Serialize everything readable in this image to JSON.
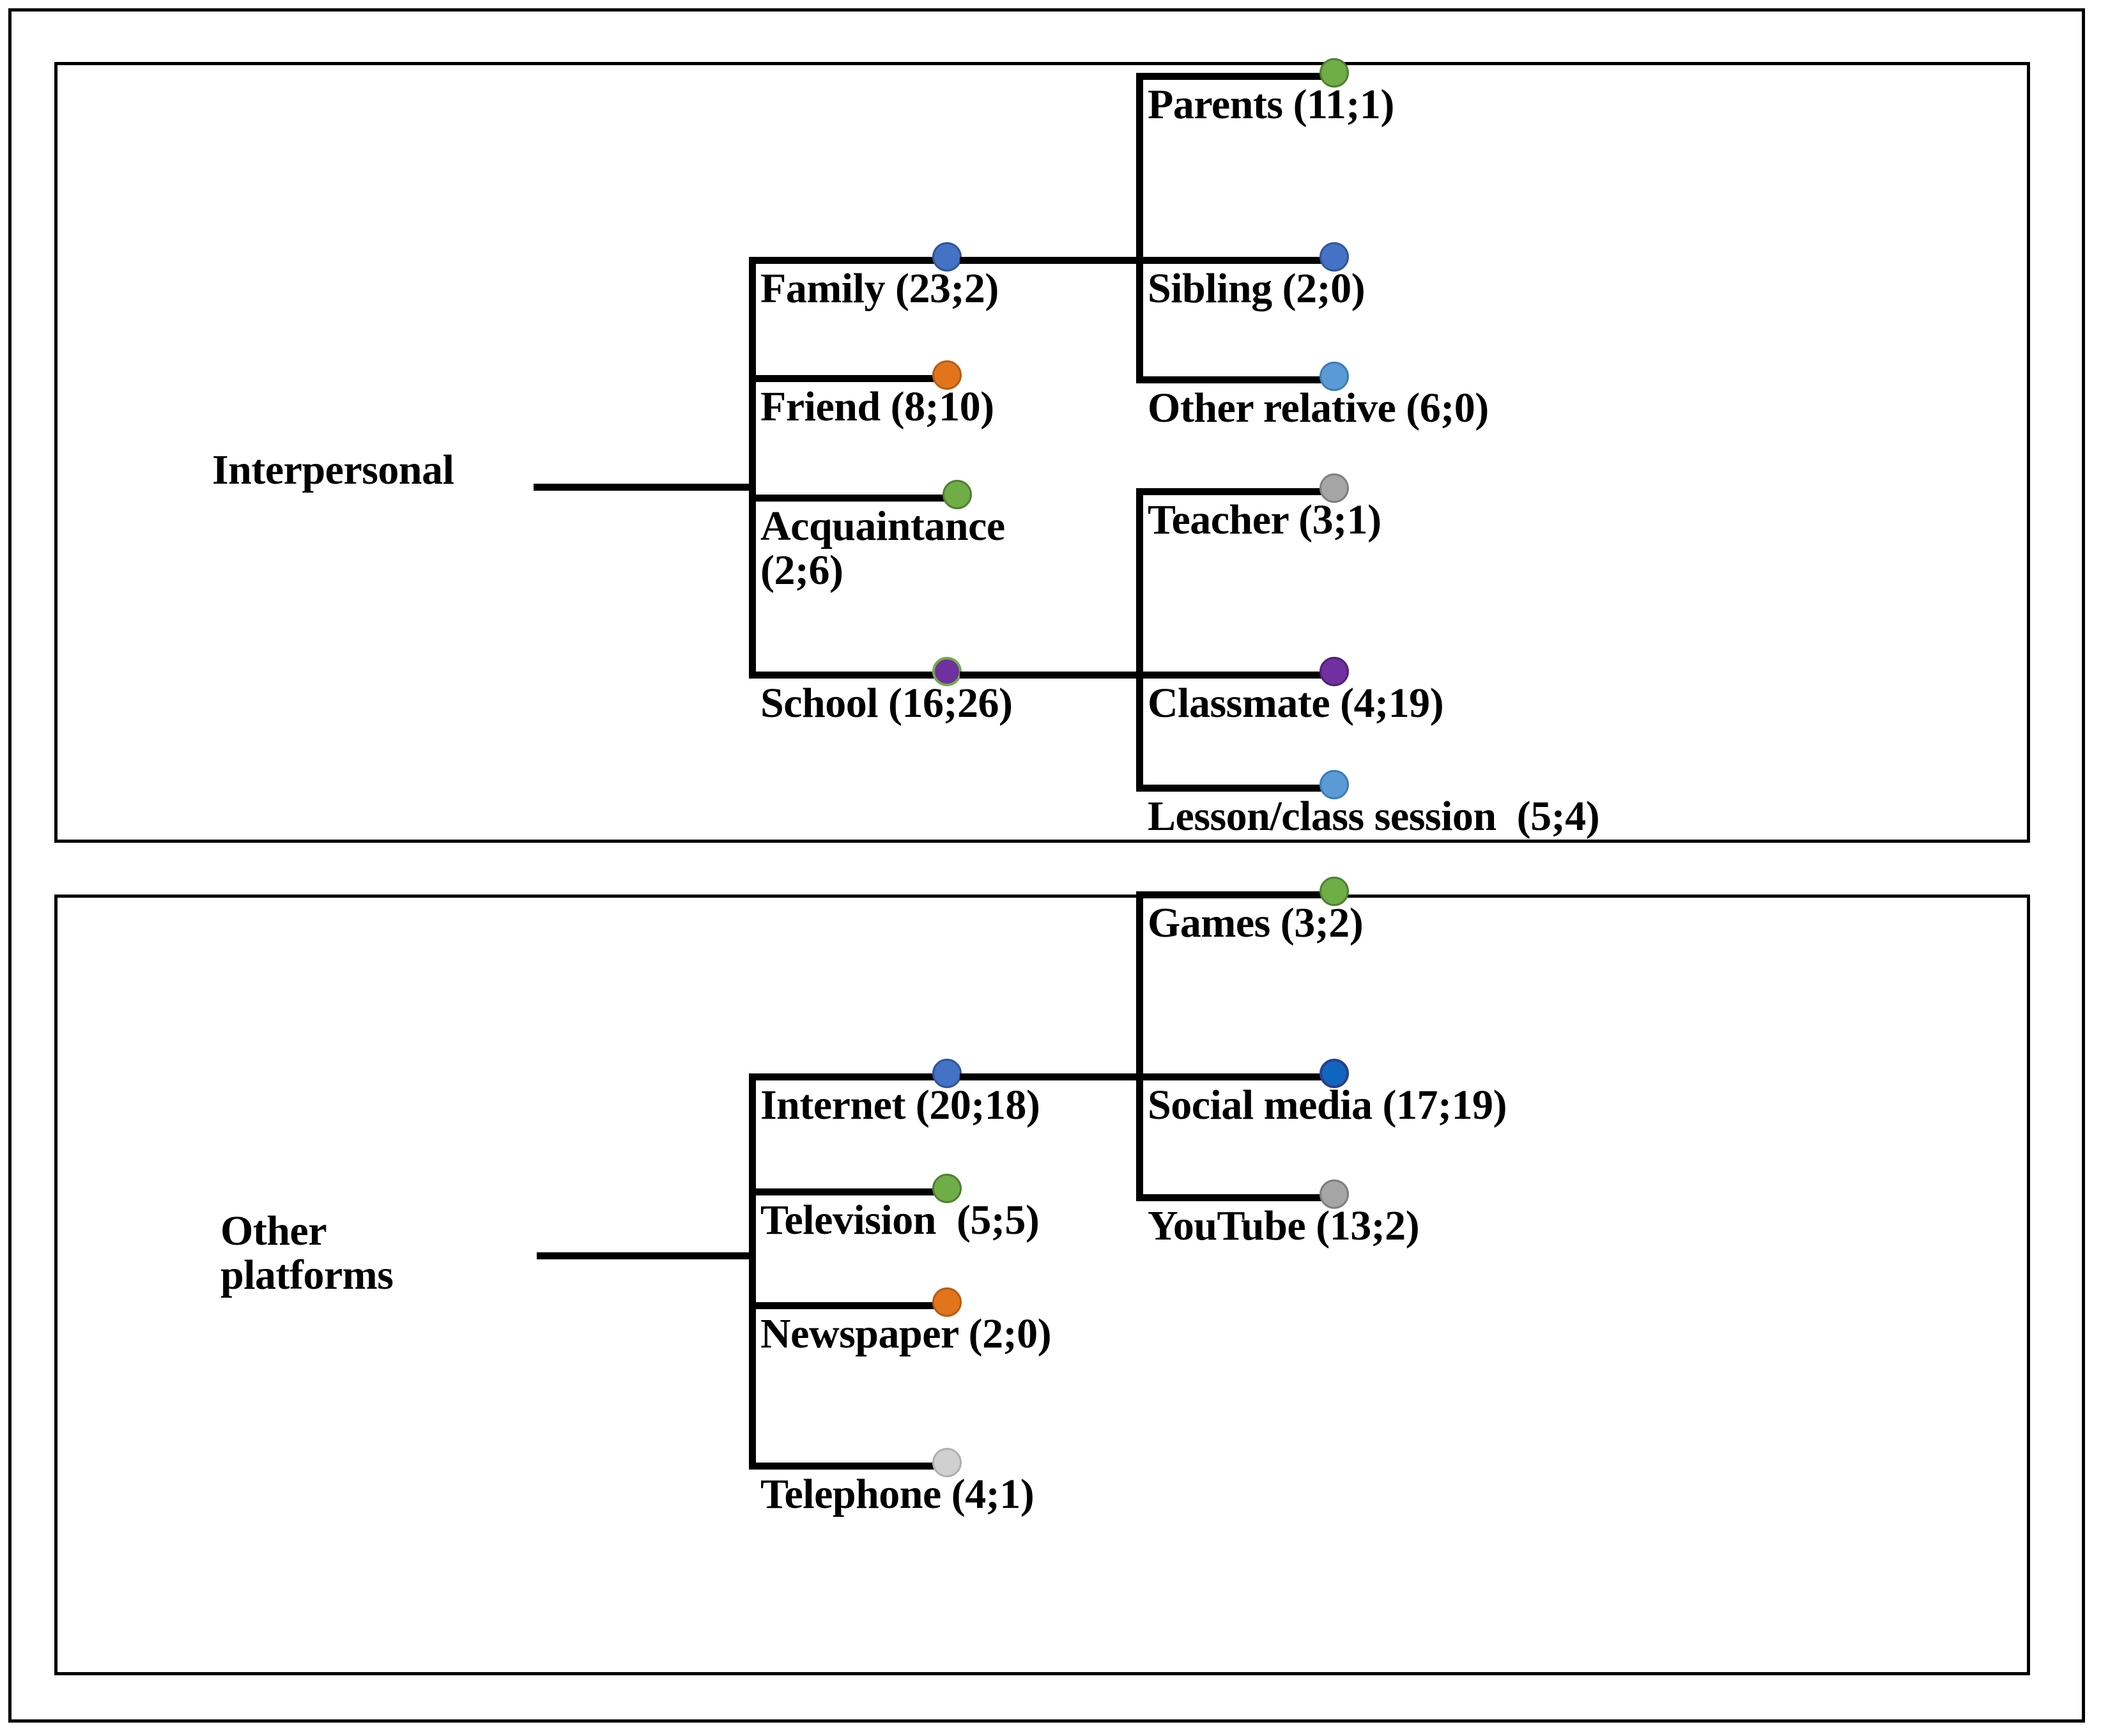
{
  "figure": {
    "type": "tree-diagram",
    "panels": [
      {
        "id": "interpersonal",
        "root_label": "Interpersonal",
        "nodes": [
          {
            "label": "Family (23;2)",
            "name": "family",
            "counts": "23;2",
            "color": "#4472C4",
            "color_name": "blue",
            "level": 1
          },
          {
            "label": "Friend (8;10)",
            "name": "friend",
            "counts": "8;10",
            "color": "#E2751C",
            "color_name": "orange",
            "level": 1
          },
          {
            "label": "Acquaintance\n(2;6)",
            "name": "acquaintance",
            "counts": "2;6",
            "color": "#6FAD46",
            "color_name": "green",
            "level": 1
          },
          {
            "label": "School (16;26)",
            "name": "school",
            "counts": "16;26",
            "color": "#7030A0",
            "color_name": "purple",
            "level": 1
          },
          {
            "label": "Parents (11;1)",
            "name": "parents",
            "counts": "11;1",
            "color": "#6FAD46",
            "color_name": "green",
            "level": 2,
            "parent": "family"
          },
          {
            "label": "Sibling (2;0)",
            "name": "sibling",
            "counts": "2;0",
            "color": "#4472C4",
            "color_name": "blue",
            "level": 2,
            "parent": "family"
          },
          {
            "label": "Other relative (6;0)",
            "name": "other-relative",
            "counts": "6;0",
            "color": "#5B9BD5",
            "color_name": "light-blue",
            "level": 2,
            "parent": "family"
          },
          {
            "label": "Teacher (3;1)",
            "name": "teacher",
            "counts": "3;1",
            "color": "#A5A5A5",
            "color_name": "grey",
            "level": 2,
            "parent": "school"
          },
          {
            "label": "Classmate (4;19)",
            "name": "classmate",
            "counts": "4;19",
            "color": "#7030A0",
            "color_name": "purple",
            "level": 2,
            "parent": "school"
          },
          {
            "label": "Lesson/class session  (5;4)",
            "name": "lesson-class-session",
            "counts": "5;4",
            "color": "#5B9BD5",
            "color_name": "light-blue",
            "level": 2,
            "parent": "school"
          }
        ]
      },
      {
        "id": "other-platforms",
        "root_label": "Other\nplatforms",
        "nodes": [
          {
            "label": "Internet (20;18)",
            "name": "internet",
            "counts": "20;18",
            "color": "#4472C4",
            "color_name": "blue",
            "level": 1
          },
          {
            "label": "Television  (5;5)",
            "name": "television",
            "counts": "5;5",
            "color": "#6FAD46",
            "color_name": "green",
            "level": 1
          },
          {
            "label": "Newspaper (2;0)",
            "name": "newspaper",
            "counts": "2;0",
            "color": "#E2751C",
            "color_name": "orange",
            "level": 1
          },
          {
            "label": "Telephone (4;1)",
            "name": "telephone",
            "counts": "4;1",
            "color": "#D0D0D0",
            "color_name": "light-grey",
            "level": 1
          },
          {
            "label": "Games (3;2)",
            "name": "games",
            "counts": "3;2",
            "color": "#6FAD46",
            "color_name": "green",
            "level": 2,
            "parent": "internet"
          },
          {
            "label": "Social media (17;19)",
            "name": "social-media",
            "counts": "17;19",
            "color": "#1066BE",
            "color_name": "bright-blue",
            "level": 2,
            "parent": "internet"
          },
          {
            "label": "YouTube (13;2)",
            "name": "youtube",
            "counts": "13;2",
            "color": "#A5A5A5",
            "color_name": "grey",
            "level": 2,
            "parent": "internet"
          }
        ]
      }
    ]
  },
  "interpersonal": {
    "root": "Interpersonal",
    "family": "Family (23;2)",
    "friend": "Friend (8;10)",
    "acquaintance": "Acquaintance\n(2;6)",
    "school": "School (16;26)",
    "parents": "Parents (11;1)",
    "sibling": "Sibling (2;0)",
    "other_relative": "Other relative (6;0)",
    "teacher": "Teacher (3;1)",
    "classmate": "Classmate (4;19)",
    "lesson": "Lesson/class session  (5;4)"
  },
  "other_platforms": {
    "root": "Other\nplatforms",
    "internet": "Internet (20;18)",
    "television": "Television  (5;5)",
    "newspaper": "Newspaper (2;0)",
    "telephone": "Telephone (4;1)",
    "games": "Games (3;2)",
    "social_media": "Social media (17;19)",
    "youtube": "YouTube (13;2)"
  },
  "colors": {
    "blue": "#4472C4",
    "orange": "#E2751C",
    "green": "#6FAD46",
    "purple": "#7030A0",
    "light_blue": "#5B9BD5",
    "grey": "#A5A5A5",
    "light_grey": "#D0D0D0",
    "bright_blue": "#1066BE",
    "line": "#000000",
    "background": "#FFFFFF"
  }
}
